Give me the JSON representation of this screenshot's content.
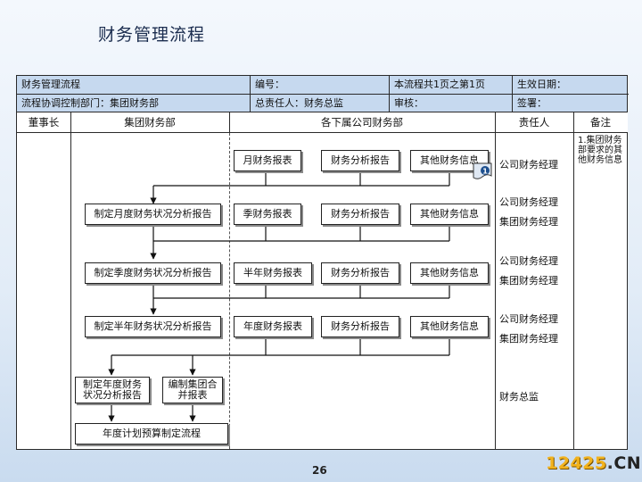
{
  "slide": {
    "title": "财务管理流程",
    "page_number": "26"
  },
  "header": {
    "row1": [
      "财务管理流程",
      "编号：",
      "本流程共1页之第1页",
      "生效日期："
    ],
    "row2": [
      "流程协调控制部门：集团财务部",
      "总责任人：财务总监",
      "审核：",
      "签署："
    ]
  },
  "columns": [
    "董事长",
    "集团财务部",
    "各下属公司财务部",
    "责任人",
    "备注"
  ],
  "boxes": {
    "b1": "月财务报表",
    "b2": "财务分析报告",
    "b3": "其他财务信息",
    "b4": "制定月度财务状况分析报告",
    "b5": "季财务报表",
    "b6": "财务分析报告",
    "b7": "其他财务信息",
    "b8": "制定季度财务状况分析报告",
    "b9": "半年财务报表",
    "b10": "财务分析报告",
    "b11": "其他财务信息",
    "b12": "制定半年财务状况分析报告",
    "b13": "年度财务报表",
    "b14": "财务分析报告",
    "b15": "其他财务信息",
    "b16": "制定年度财务状况分析报告",
    "b17": "编制集团合并报表",
    "b18": "年度计划预算制定流程"
  },
  "responsible": {
    "r1": "公司财务经理",
    "r2": "公司财务经理",
    "r3": "集团财务经理",
    "r4": "公司财务经理",
    "r5": "集团财务经理",
    "r6": "公司财务经理",
    "r7": "集团财务经理",
    "r8": "财务总监"
  },
  "notes": {
    "n1": "1.集团财务部要求的其他财务信息"
  },
  "icons": {
    "doc_marker": "1"
  },
  "logo": {
    "num": "12425",
    "dot": ".",
    "cn": "CN"
  }
}
